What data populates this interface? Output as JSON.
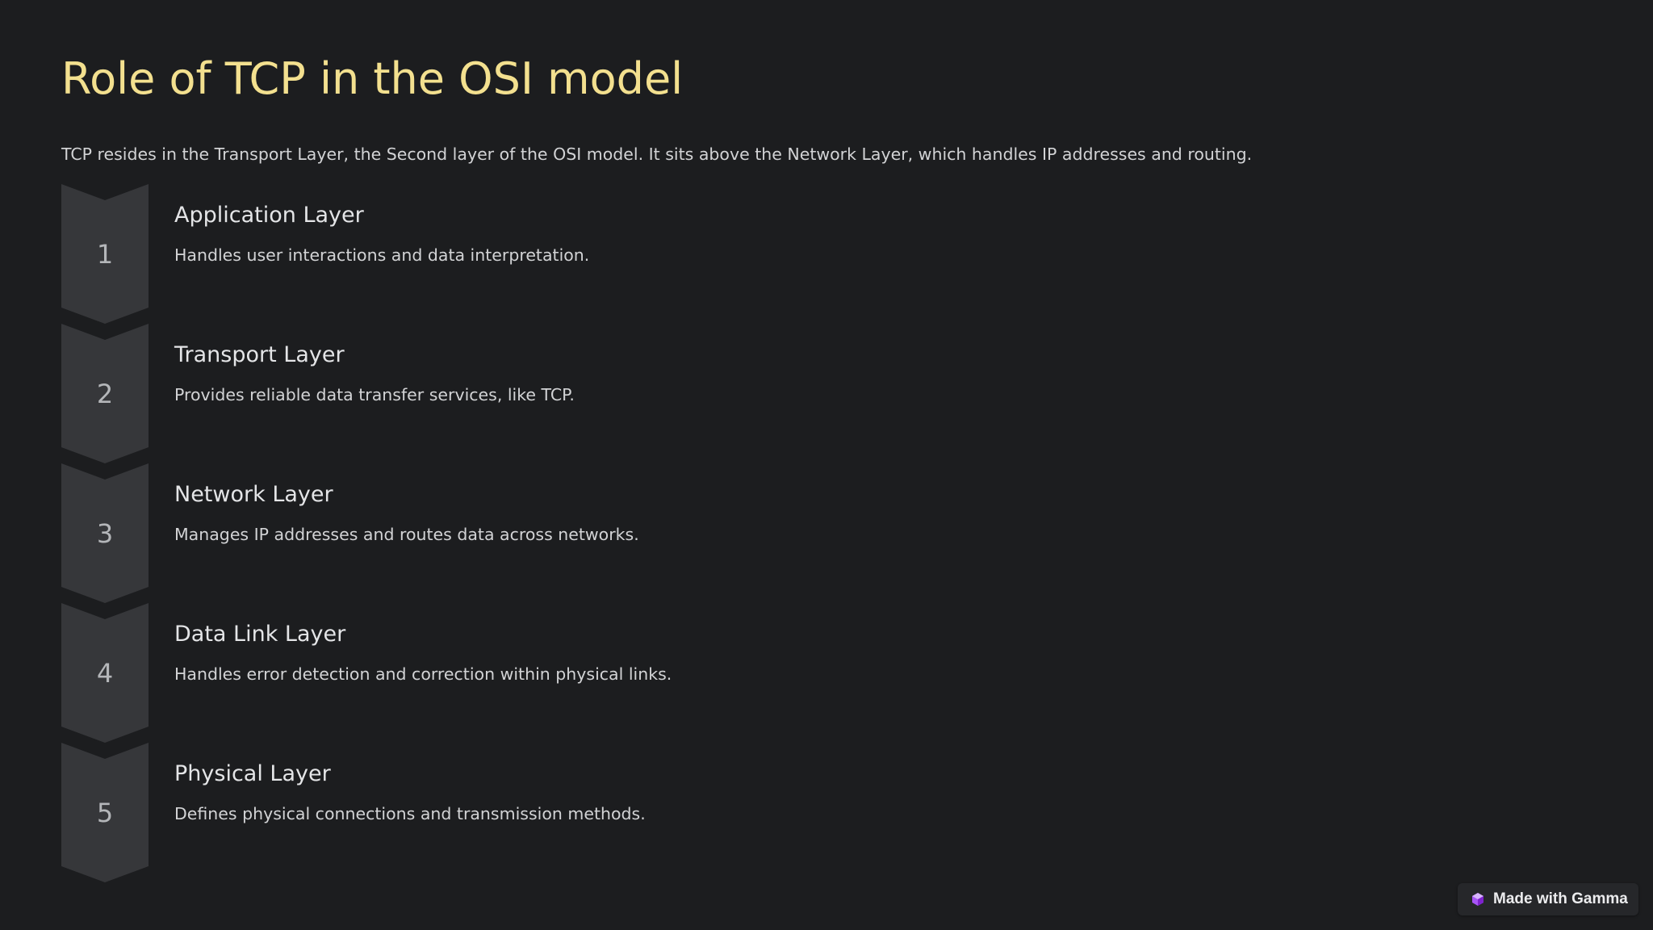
{
  "title": "Role of TCP in the OSI model",
  "intro": "TCP resides in the Transport Layer, the Second layer of the OSI model. It sits above the Network Layer, which handles IP addresses and routing.",
  "steps": [
    {
      "number": "1",
      "title": "Application Layer",
      "description": "Handles user interactions and data interpretation."
    },
    {
      "number": "2",
      "title": "Transport Layer",
      "description": "Provides reliable data transfer services, like TCP."
    },
    {
      "number": "3",
      "title": "Network Layer",
      "description": "Manages IP addresses and routes data across networks."
    },
    {
      "number": "4",
      "title": "Data Link Layer",
      "description": "Handles error detection and correction within physical links."
    },
    {
      "number": "5",
      "title": "Physical Layer",
      "description": "Defines physical connections and transmission methods."
    }
  ],
  "badge": {
    "label": "Made with Gamma",
    "icon": "gamma-logo-icon"
  },
  "colors": {
    "background": "#1c1d1f",
    "title": "#f3e08f",
    "chevron": "#36373a",
    "text": "#d2d3d5",
    "gamma_accent": "#a855f7"
  }
}
